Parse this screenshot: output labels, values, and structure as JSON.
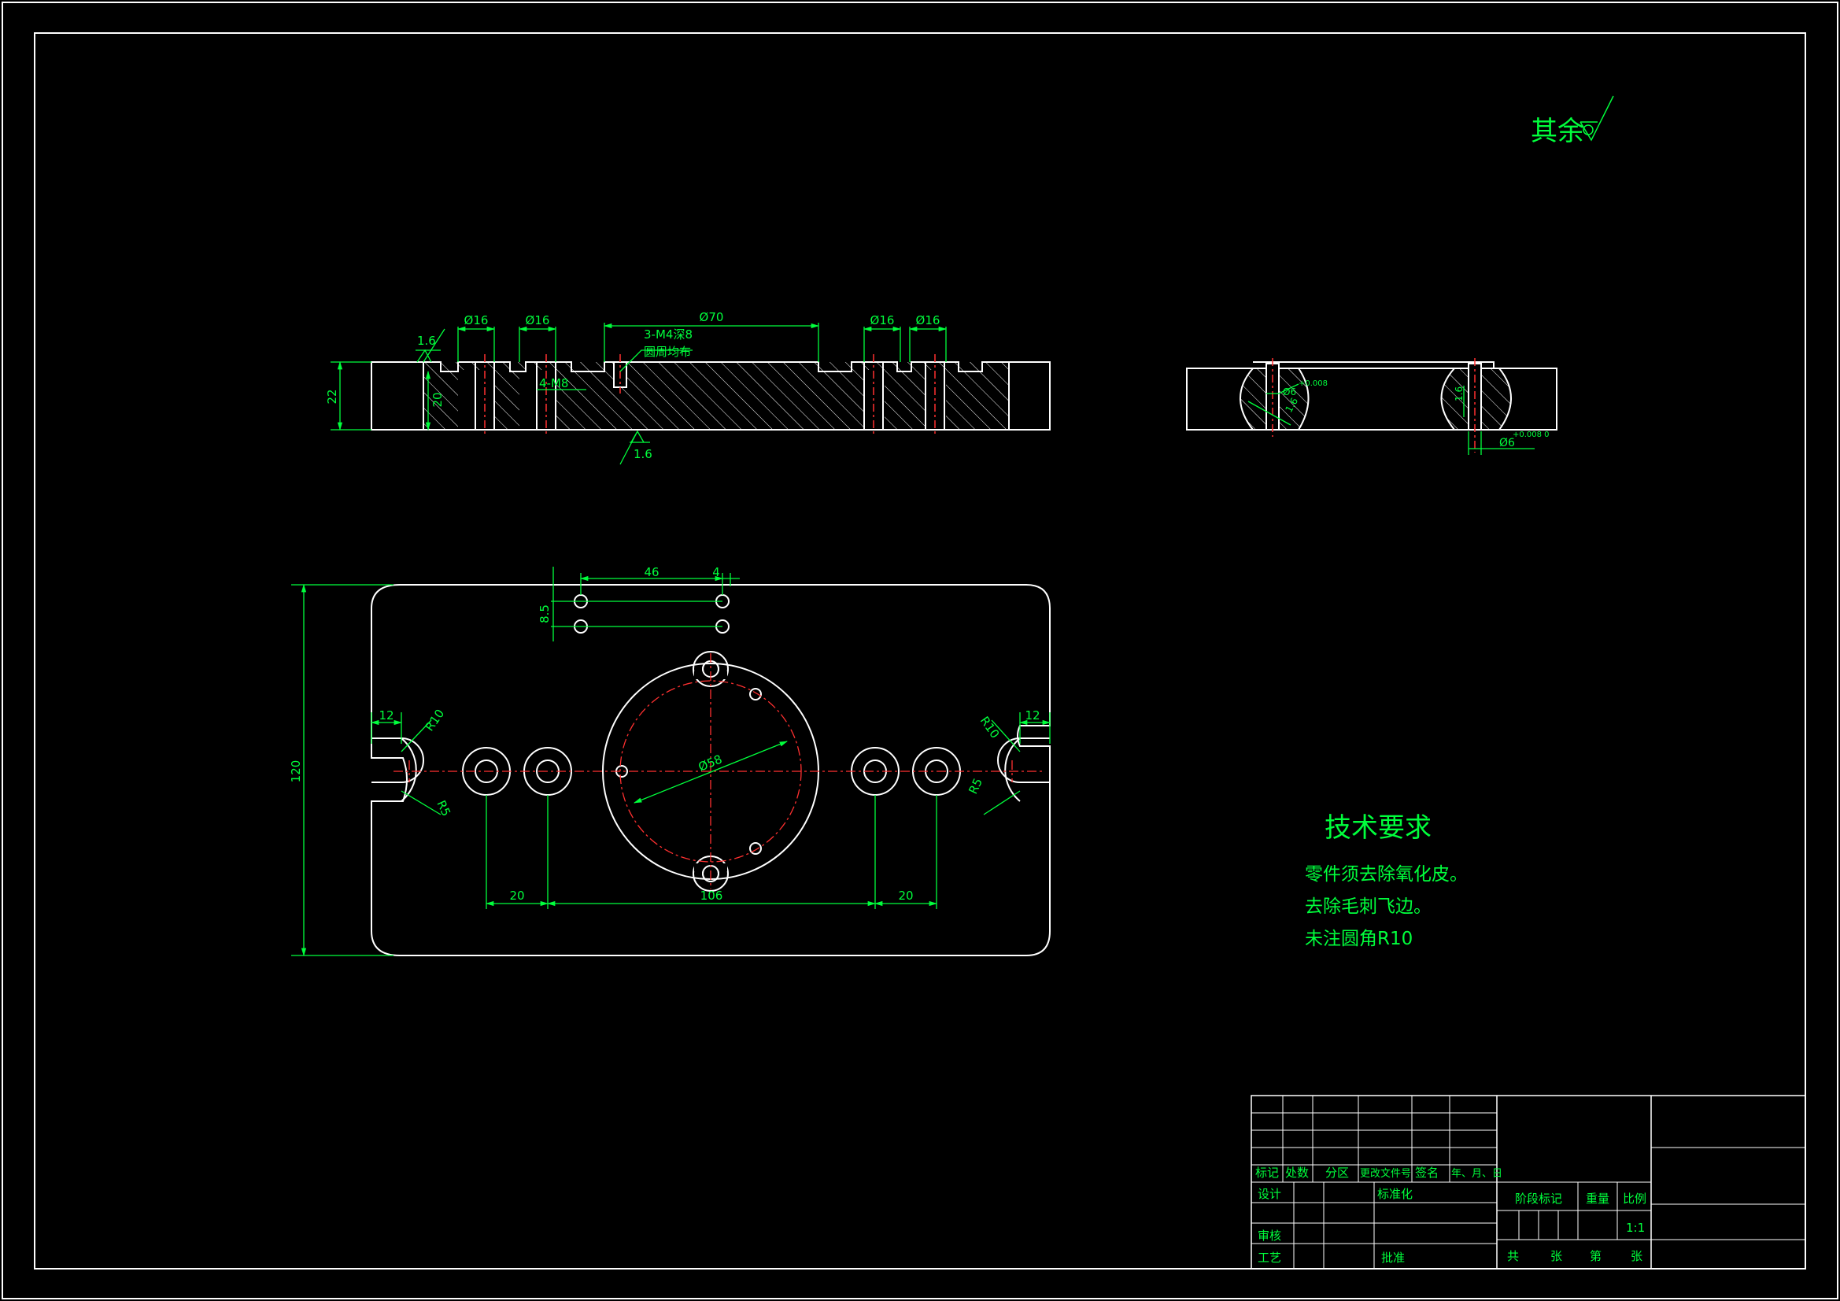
{
  "surface_note": {
    "prefix": "其余"
  },
  "side_view": {
    "dims": {
      "hole_a": "Ø16",
      "hole_b": "Ø16",
      "span": "Ø70",
      "hole_c": "Ø16",
      "hole_d": "Ø16",
      "height": "22",
      "depth": "20",
      "thread": "4-M8",
      "roughness_top": "1.6",
      "roughness_bottom": "1.6"
    },
    "callout": {
      "line1": "3-M4深8",
      "line2": "圆周均布"
    }
  },
  "section_view": {
    "dims": {
      "left_dia": "Ø6",
      "left_tol": "+0.008",
      "left_depth": "1.6",
      "right_depth": "1.6",
      "right_dia": "Ø6",
      "right_tol": "+0.008 0"
    }
  },
  "plan_view": {
    "dims": {
      "spacing_x": "46",
      "offset_x": "4",
      "spacing_y": "8.5",
      "height": "120",
      "slot_left": "12",
      "slot_right": "12",
      "radius_tl": "R10",
      "radius_tr": "R10",
      "radius_bl": "R5",
      "radius_br": "R5",
      "circle_dia": "Ø58",
      "pitch_left": "20",
      "center_span": "106",
      "pitch_right": "20"
    }
  },
  "tech_req": {
    "title": "技术要求",
    "items": [
      "零件须去除氧化皮。",
      "去除毛刺飞边。",
      "未注圆角R10"
    ]
  },
  "title_block": {
    "header": [
      "标记",
      "处数",
      "分区",
      "更改文件号",
      "签名",
      "年、月、日"
    ],
    "design": "设计",
    "standard": "标准化",
    "review": "审核",
    "process": "工艺",
    "approve": "批准",
    "stage_mark": "阶段标记",
    "weight": "重量",
    "scale_label": "比例",
    "scale": "1:1",
    "sheets_total": "共",
    "sheets_unit": "张",
    "sheet_no": "第",
    "sheet_unit2": "张"
  }
}
